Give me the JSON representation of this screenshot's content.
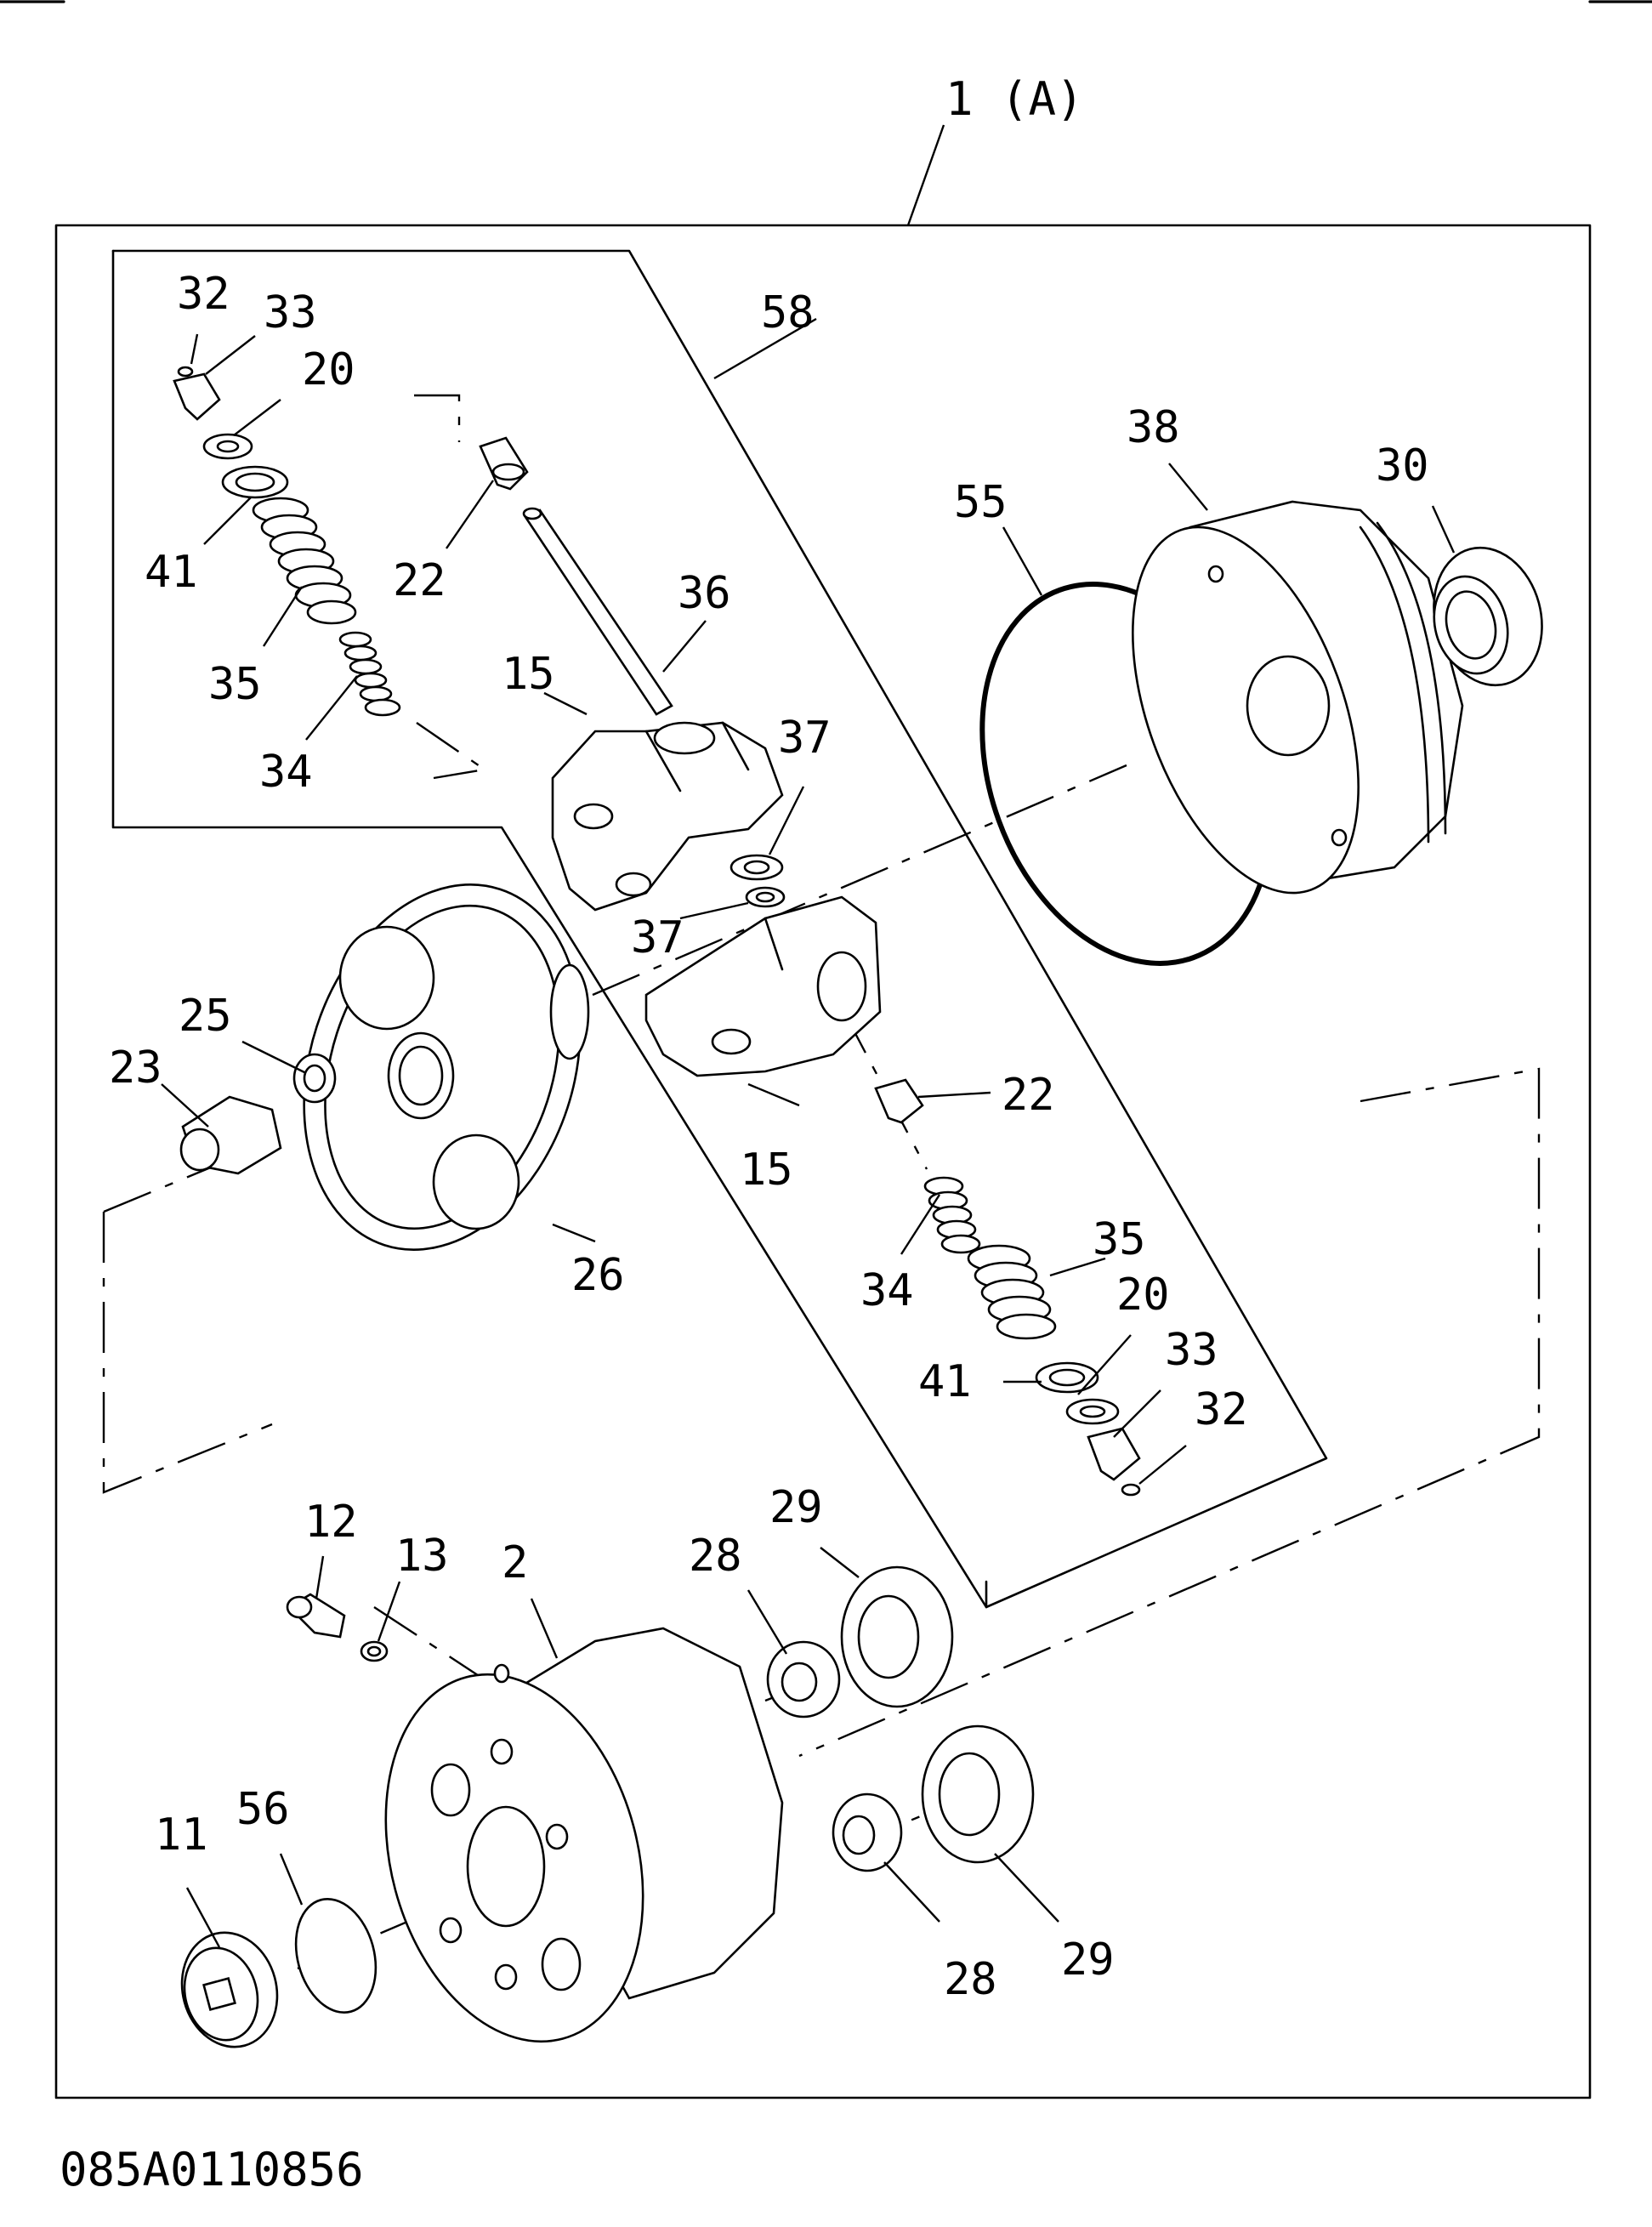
{
  "diagram": {
    "assembly_label": "1 (A)",
    "drawing_number": "085A0110856",
    "callouts": {
      "p32_top": "32",
      "p33_top": "33",
      "p20_top": "20",
      "p41_top": "41",
      "p35_top": "35",
      "p34_top": "34",
      "p22_top": "22",
      "p36": "36",
      "p15_top": "15",
      "p37_top": "37",
      "p37_bottom": "37",
      "p58": "58",
      "p55": "55",
      "p38": "38",
      "p30": "30",
      "p25": "25",
      "p23": "23",
      "p26": "26",
      "p15_bottom": "15",
      "p22_bottom": "22",
      "p34_bottom": "34",
      "p35_bottom": "35",
      "p20_bottom": "20",
      "p41_bottom": "41",
      "p33_bottom": "33",
      "p32_bottom": "32",
      "p12": "12",
      "p13": "13",
      "p2": "2",
      "p28_top": "28",
      "p29_top": "29",
      "p11": "11",
      "p56": "56",
      "p28_bottom": "28",
      "p29_bottom": "29"
    }
  }
}
